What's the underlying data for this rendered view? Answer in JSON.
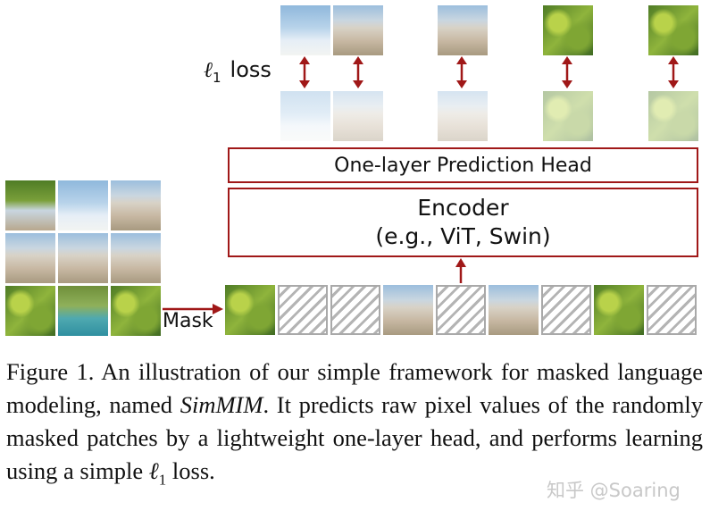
{
  "loss_label": "ℓ",
  "loss_subscript": "1",
  "loss_word": "loss",
  "prediction_head_label": "One-layer Prediction Head",
  "encoder_label": "Encoder",
  "encoder_examples": "(e.g., ViT, Swin)",
  "mask_label": "Mask",
  "caption": {
    "prefix": "Figure 1. An illustration of our simple framework for masked language modeling, named ",
    "name": "SimMIM",
    "middle": ". It predicts raw pixel values of the randomly masked patches by a lightweight one-layer head, and performs learning using a simple ",
    "loss_symbol": "ℓ",
    "loss_subscript": "1",
    "suffix": " loss."
  },
  "watermark": "知乎 @Soaring",
  "colors": {
    "arrow": "#a01818",
    "box_border": "#a01818",
    "mask_hatch": "#b4b4b4"
  }
}
